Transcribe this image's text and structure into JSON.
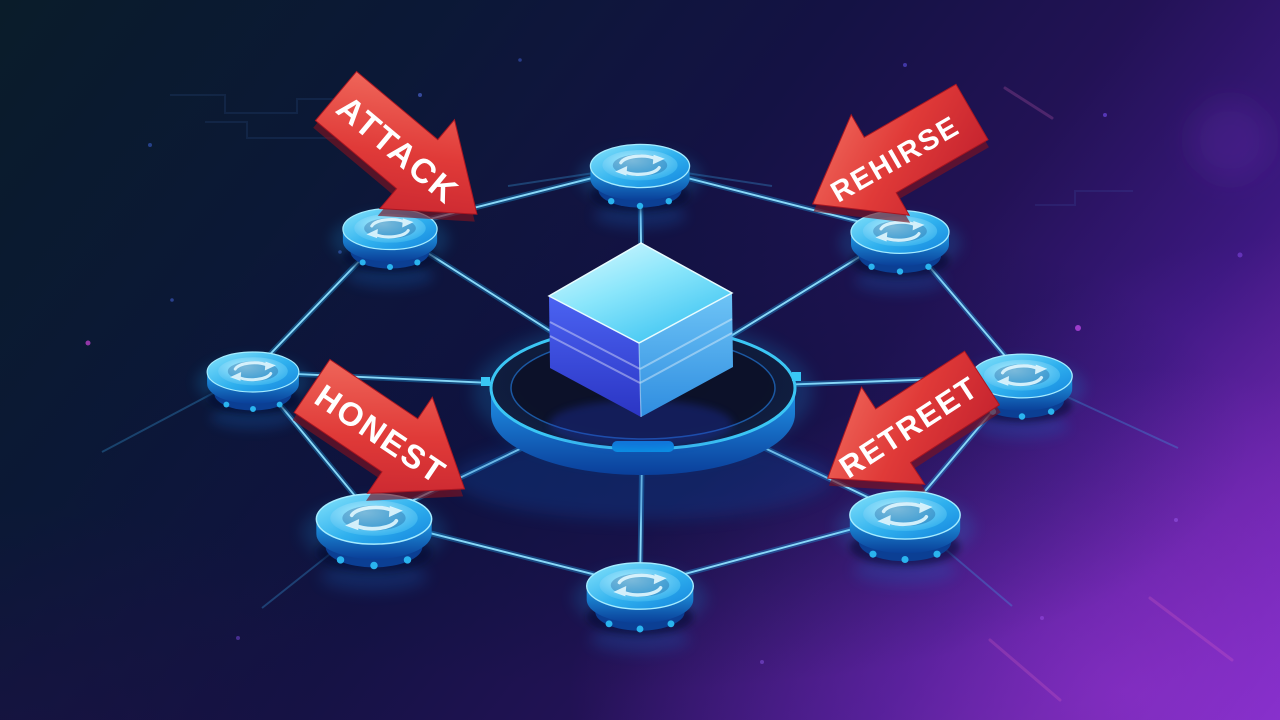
{
  "illustration": {
    "type": "isometric-network-diagram",
    "center_object": "cube on circular platform",
    "node_count": 8,
    "node_icon": "sync-arrows-icon"
  },
  "arrows": [
    {
      "label": "ATTACK",
      "direction": "down-right",
      "target": "upper-left-node"
    },
    {
      "label": "REHIRSE",
      "direction": "down-left",
      "target": "upper-right-node"
    },
    {
      "label": "HONEST",
      "direction": "down-right",
      "target": "lower-left-node"
    },
    {
      "label": "RETREET",
      "direction": "down-left",
      "target": "lower-right-node"
    }
  ],
  "colors": {
    "background_top_left": "#0a1c2a",
    "background_bottom_right": "#7e2ec6",
    "link_line": "#8fe0ff",
    "node_top": "#35c5f2",
    "node_side": "#0c46a2",
    "platform_rim": "#3bc6f4",
    "cube_top": "#c8f6ff",
    "cube_left": "#4257ee",
    "cube_right": "#4aa6ee",
    "arrow_red": "#d92f33",
    "arrow_text": "#ffffff"
  }
}
